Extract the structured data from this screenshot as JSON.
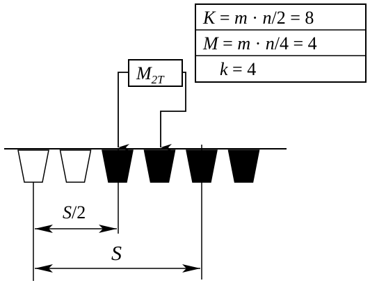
{
  "legend_table": {
    "rows": [
      {
        "parts": [
          "K",
          " = ",
          "m",
          " · ",
          "n",
          "/2 = 8"
        ]
      },
      {
        "parts": [
          "M",
          " = ",
          "m",
          " · ",
          "n",
          "/4 = 4"
        ]
      },
      {
        "parts": [
          "k",
          " = 4"
        ]
      }
    ]
  },
  "feed_box": {
    "main": "M",
    "sub": "2T"
  },
  "dimensions": {
    "half_pitch": {
      "symbol": "S",
      "suffix": "/2"
    },
    "pitch": {
      "symbol": "S"
    }
  },
  "elements": [
    {
      "filled": false
    },
    {
      "filled": false
    },
    {
      "filled": true
    },
    {
      "filled": true
    },
    {
      "filled": true
    },
    {
      "filled": true
    }
  ]
}
